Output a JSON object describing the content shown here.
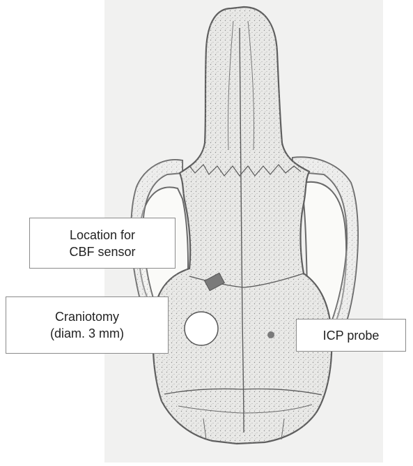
{
  "labels": {
    "cbf_line1": "Location for",
    "cbf_line2": "CBF sensor",
    "craniotomy_line1": "Craniotomy",
    "craniotomy_line2": "(diam. 3 mm)",
    "icp": "ICP probe"
  },
  "colors": {
    "background_panel": "#f1f1f0",
    "bone_fill": "#e9e9e7",
    "bone_outline": "#6a6a6a",
    "stipple": "#8c8c8c",
    "marker_fill": "#7a7a7a",
    "label_border": "#8a8a8a",
    "label_text": "#222222"
  }
}
